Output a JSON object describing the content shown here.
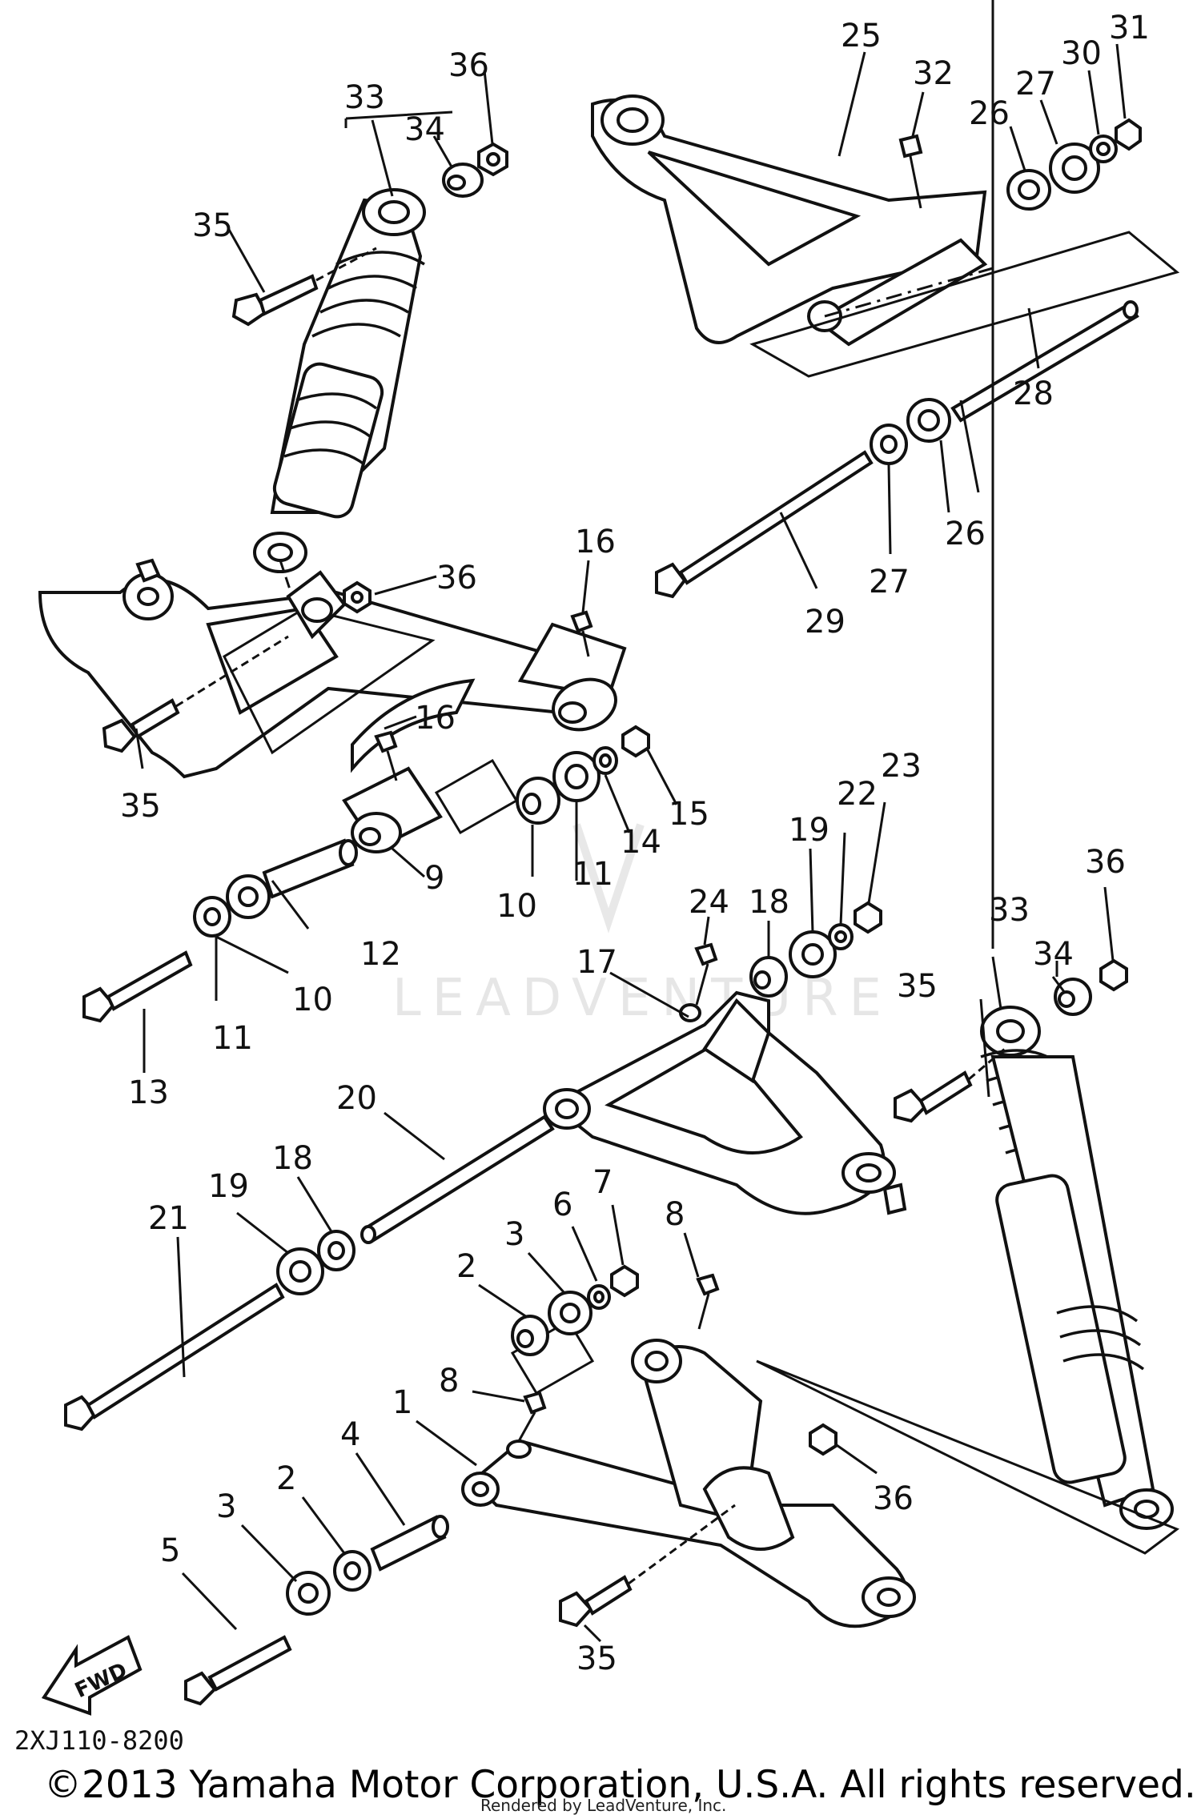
{
  "diagram": {
    "part_code": "2XJ110-8200",
    "copyright": "©2013 Yamaha Motor Corporation, U.S.A. All rights reserved.",
    "rendered_by": "Rendered by LeadVenture, Inc.",
    "watermark": "LEADVENTURE",
    "fwd_label": "FWD",
    "callouts": {
      "c1": "1",
      "c2a": "2",
      "c2b": "2",
      "c3a": "3",
      "c3b": "3",
      "c4": "4",
      "c5": "5",
      "c6": "6",
      "c7": "7",
      "c8a": "8",
      "c8b": "8",
      "c9": "9",
      "c10a": "10",
      "c10b": "10",
      "c11a": "11",
      "c11b": "11",
      "c12": "12",
      "c13": "13",
      "c14": "14",
      "c15": "15",
      "c16a": "16",
      "c16b": "16",
      "c17": "17",
      "c18a": "18",
      "c18b": "18",
      "c19a": "19",
      "c19b": "19",
      "c20": "20",
      "c21": "21",
      "c22": "22",
      "c23": "23",
      "c24": "24",
      "c25": "25",
      "c26a": "26",
      "c26b": "26",
      "c27a": "27",
      "c27b": "27",
      "c28": "28",
      "c29": "29",
      "c30": "30",
      "c31": "31",
      "c32": "32",
      "c33a": "33",
      "c33b": "33",
      "c34a": "34",
      "c34b": "34",
      "c35a": "35",
      "c35b": "35",
      "c35c": "35",
      "c35d": "35",
      "c36a": "36",
      "c36b": "36",
      "c36c": "36",
      "c36d": "36"
    }
  }
}
